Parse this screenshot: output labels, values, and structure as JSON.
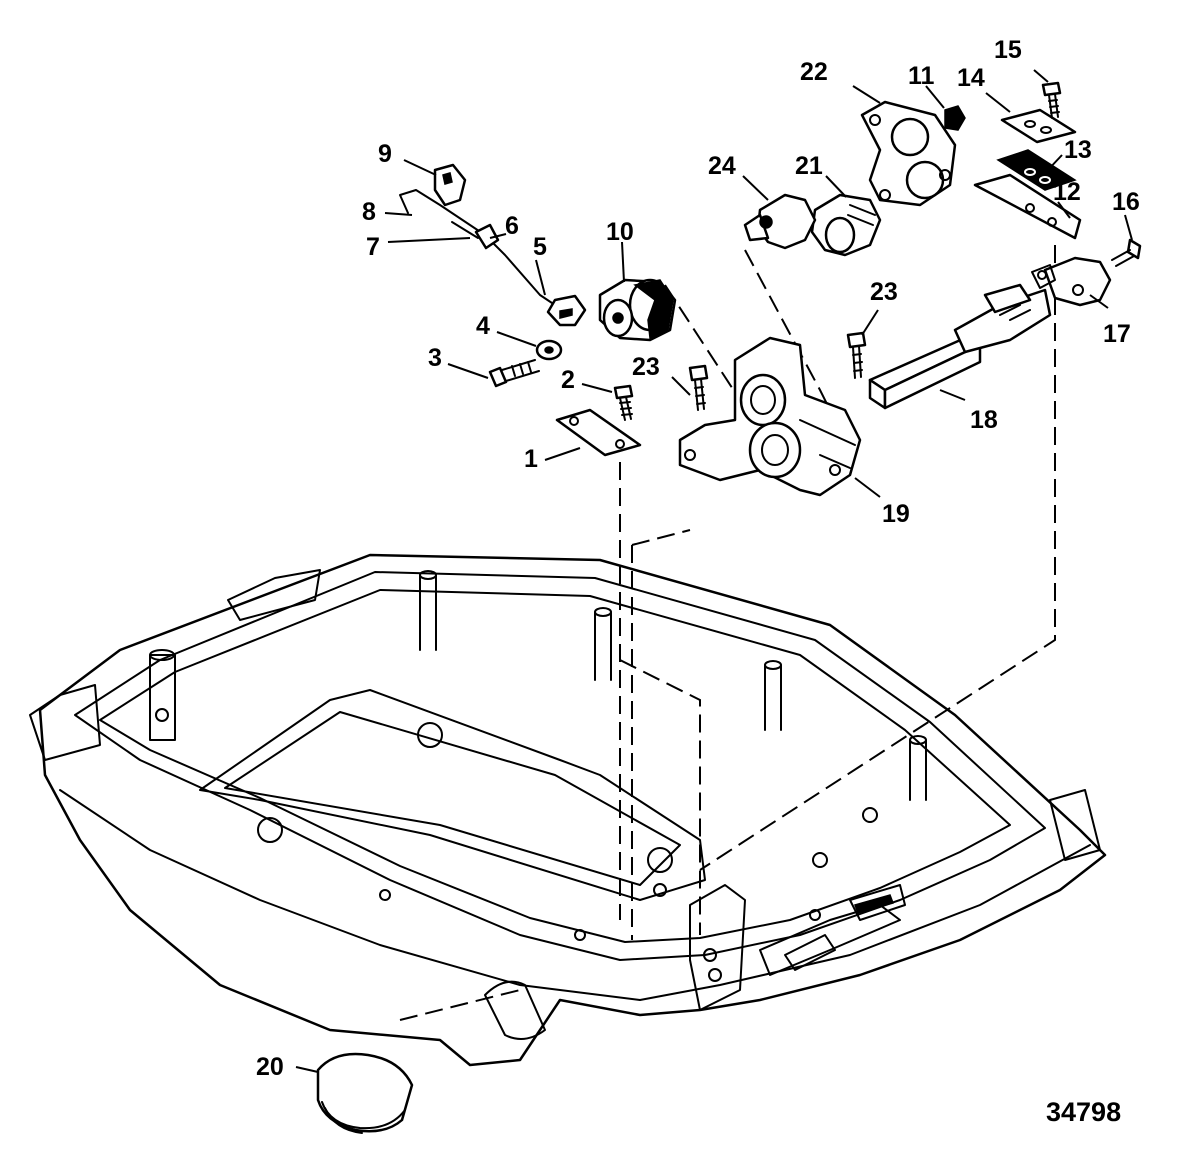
{
  "callouts": {
    "c1": "1",
    "c2": "2",
    "c3": "3",
    "c4": "4",
    "c5": "5",
    "c6": "6",
    "c7": "7",
    "c8": "8",
    "c9": "9",
    "c10": "10",
    "c11": "11",
    "c12": "12",
    "c13": "13",
    "c14": "14",
    "c15": "15",
    "c16": "16",
    "c17": "17",
    "c18": "18",
    "c19": "19",
    "c20": "20",
    "c21": "21",
    "c22": "22",
    "c23a": "23",
    "c23b": "23",
    "c24": "24"
  },
  "figure_number": "34798"
}
